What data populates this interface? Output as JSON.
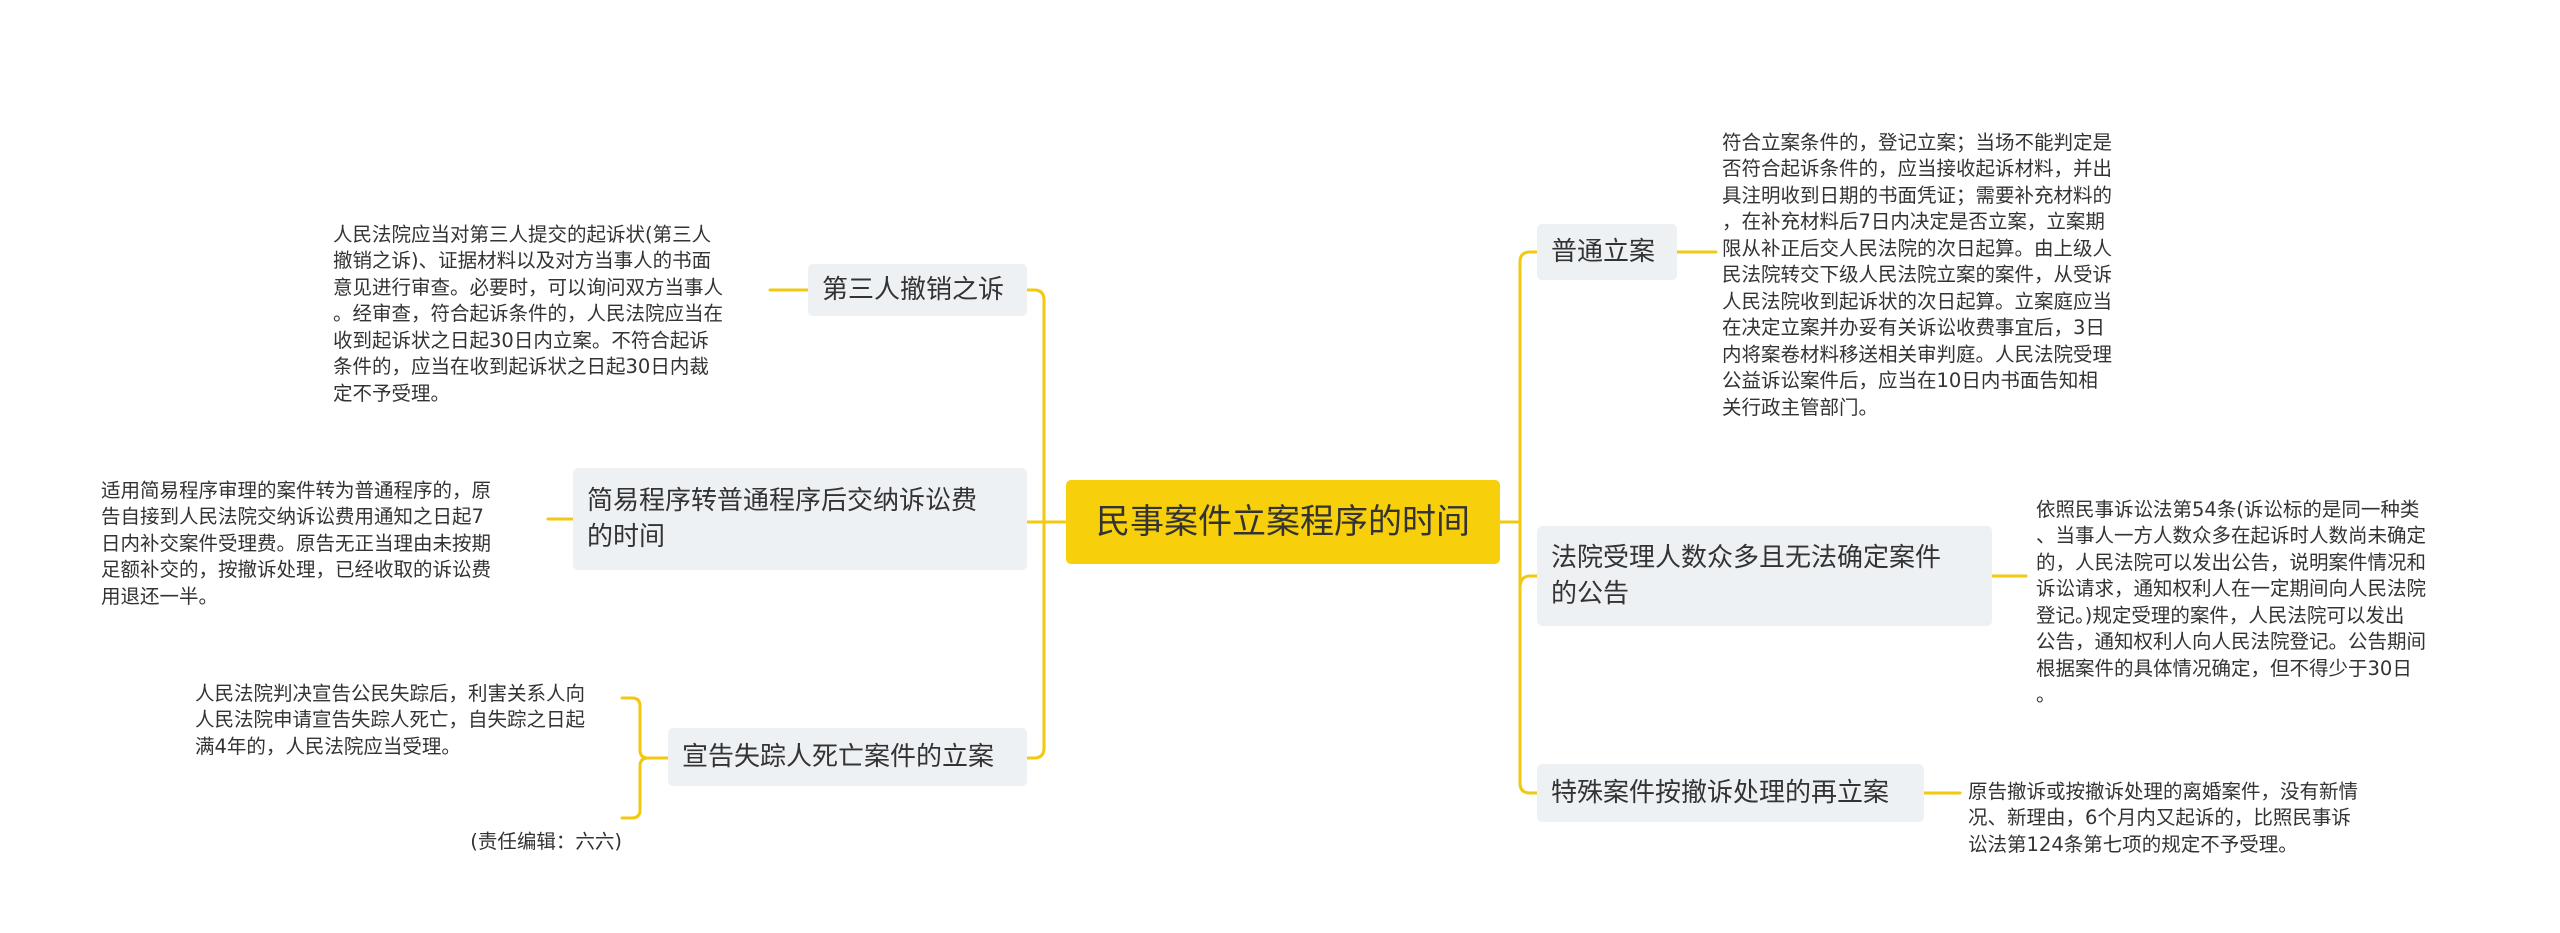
{
  "root": {
    "title": "民事案件立案程序的时间"
  },
  "left_branches": [
    {
      "id": "third-party-revoke",
      "label": "第三人撤销之诉",
      "note": "人民法院应当对第三人提交的起诉状(第三人\n撤销之诉)、证据材料以及对方当事人的书面\n意见进行审查。必要时，可以询问双方当事人\n。经审查，符合起诉条件的，人民法院应当在\n收到起诉状之日起30日内立案。不符合起诉\n条件的，应当在收到起诉状之日起30日内裁\n定不予受理。"
    },
    {
      "id": "simple-to-ordinary-fee",
      "label": "简易程序转普通程序后交纳诉讼费\n的时间",
      "note": "适用简易程序审理的案件转为普通程序的，原\n告自接到人民法院交纳诉讼费用通知之日起7\n日内补交案件受理费。原告无正当理由未按期\n足额补交的，按撤诉处理，已经收取的诉讼费\n用退还一半。"
    },
    {
      "id": "missing-person-death",
      "label": "宣告失踪人死亡案件的立案",
      "note": "人民法院判决宣告公民失踪后，利害关系人向\n人民法院申请宣告失踪人死亡，自失踪之日起\n满4年的，人民法院应当受理。",
      "note2": "(责任编辑：六六)"
    }
  ],
  "right_branches": [
    {
      "id": "ordinary-filing",
      "label": "普通立案",
      "note": "符合立案条件的，登记立案；当场不能判定是\n否符合起诉条件的，应当接收起诉材料，并出\n具注明收到日期的书面凭证；需要补充材料的\n，在补充材料后7日内决定是否立案，立案期\n限从补正后交人民法院的次日起算。由上级人\n民法院转交下级人民法院立案的案件，从受诉\n人民法院收到起诉状的次日起算。立案庭应当\n在决定立案并办妥有关诉讼收费事宜后，3日\n内将案卷材料移送相关审判庭。人民法院受理\n公益诉讼案件后，应当在10日内书面告知相\n关行政主管部门。"
    },
    {
      "id": "many-parties-notice",
      "label": "法院受理人数众多且无法确定案件\n的公告",
      "note": "依照民事诉讼法第54条(诉讼标的是同一种类\n、当事人一方人数众多在起诉时人数尚未确定\n的，人民法院可以发出公告，说明案件情况和\n诉讼请求，通知权利人在一定期间向人民法院\n登记。)规定受理的案件，人民法院可以发出\n公告，通知权利人向人民法院登记。公告期间\n根据案件的具体情况确定，但不得少于30日\n。"
    },
    {
      "id": "refiling-after-withdrawal",
      "label": "特殊案件按撤诉处理的再立案",
      "note": "原告撤诉或按撤诉处理的离婚案件，没有新情\n况、新理由，6个月内又起诉的，比照民事诉\n讼法第124条第七项的规定不予受理。"
    }
  ],
  "colors": {
    "root_bg": "#f7cf0b",
    "topic_bg": "#eef1f4",
    "line": "#f2c811",
    "text": "#333333"
  }
}
